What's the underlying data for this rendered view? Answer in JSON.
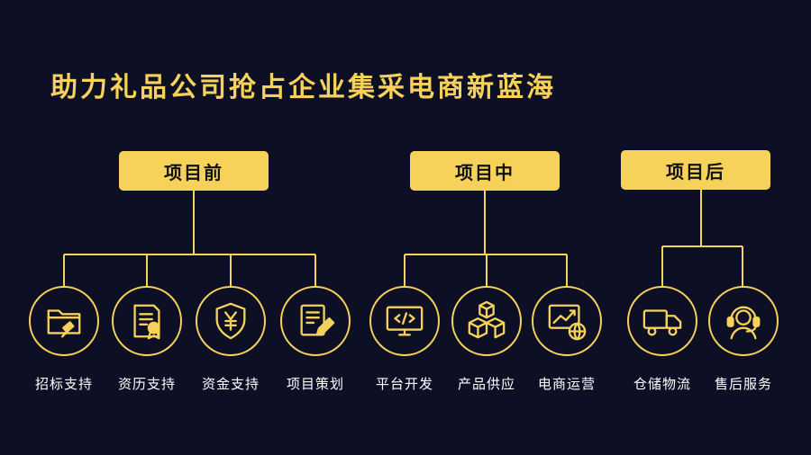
{
  "title": "助力礼品公司抢占企业集采电商新蓝海",
  "colors": {
    "accent": "#f7d25b",
    "background": "#0d0f24",
    "label": "#ffffff"
  },
  "phases": [
    {
      "label": "项目前"
    },
    {
      "label": "项目中"
    },
    {
      "label": "项目后"
    }
  ],
  "services": [
    {
      "label": "招标支持",
      "icon": "folder-gavel-icon"
    },
    {
      "label": "资历支持",
      "icon": "certificate-icon"
    },
    {
      "label": "资金支持",
      "icon": "shield-yen-icon"
    },
    {
      "label": "项目策划",
      "icon": "document-pen-icon"
    },
    {
      "label": "平台开发",
      "icon": "monitor-code-icon"
    },
    {
      "label": "产品供应",
      "icon": "boxes-icon"
    },
    {
      "label": "电商运营",
      "icon": "chart-globe-icon"
    },
    {
      "label": "仓储物流",
      "icon": "truck-icon"
    },
    {
      "label": "售后服务",
      "icon": "headset-icon"
    }
  ]
}
